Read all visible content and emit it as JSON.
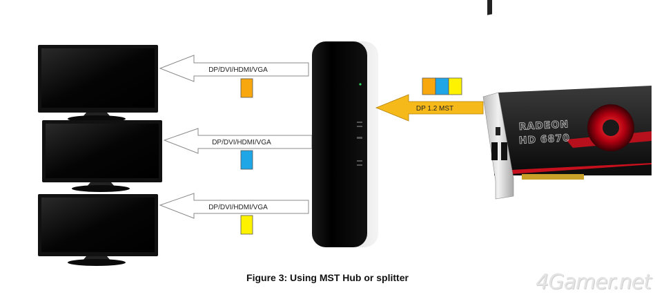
{
  "arrows": {
    "monitor_1_label": "DP/DVI/HDMI/VGA",
    "monitor_2_label": "DP/DVI/HDMI/VGA",
    "monitor_3_label": "DP/DVI/HDMI/VGA",
    "input_label": "DP 1.2 MST"
  },
  "gpu": {
    "brand": "RADEON",
    "model": "HD 6870"
  },
  "caption": "Figure 3: Using MST Hub or splitter",
  "watermark": "4Gamer.net",
  "colors": {
    "stream_orange": "#f9a70f",
    "stream_blue": "#1ea6e6",
    "stream_yellow": "#fff200",
    "input_arrow": "#f6b91a",
    "gpu_red": "#c6101d"
  }
}
